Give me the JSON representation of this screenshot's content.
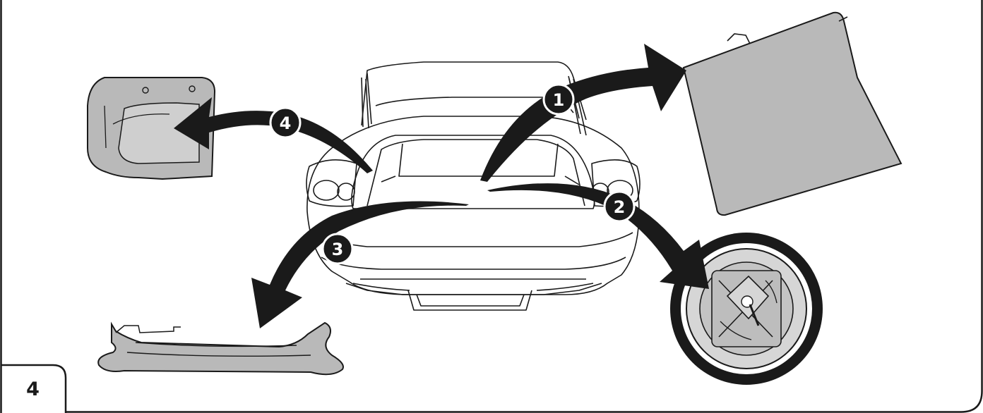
{
  "figure": {
    "number": "4"
  },
  "callouts": [
    {
      "id": "1",
      "label": "1",
      "target": "trunk-floor-panel"
    },
    {
      "id": "2",
      "label": "2",
      "target": "spare-wheel"
    },
    {
      "id": "3",
      "label": "3",
      "target": "bumper-trim-panel"
    },
    {
      "id": "4",
      "label": "4",
      "target": "side-trim-panel"
    }
  ],
  "colors": {
    "line": "#1a1a1a",
    "panel_fill": "#b9b9b9",
    "panel_light": "#cfcfcf",
    "arrow": "#1a1a1a",
    "badge_fill": "#1a1a1a",
    "badge_text": "#ffffff"
  }
}
